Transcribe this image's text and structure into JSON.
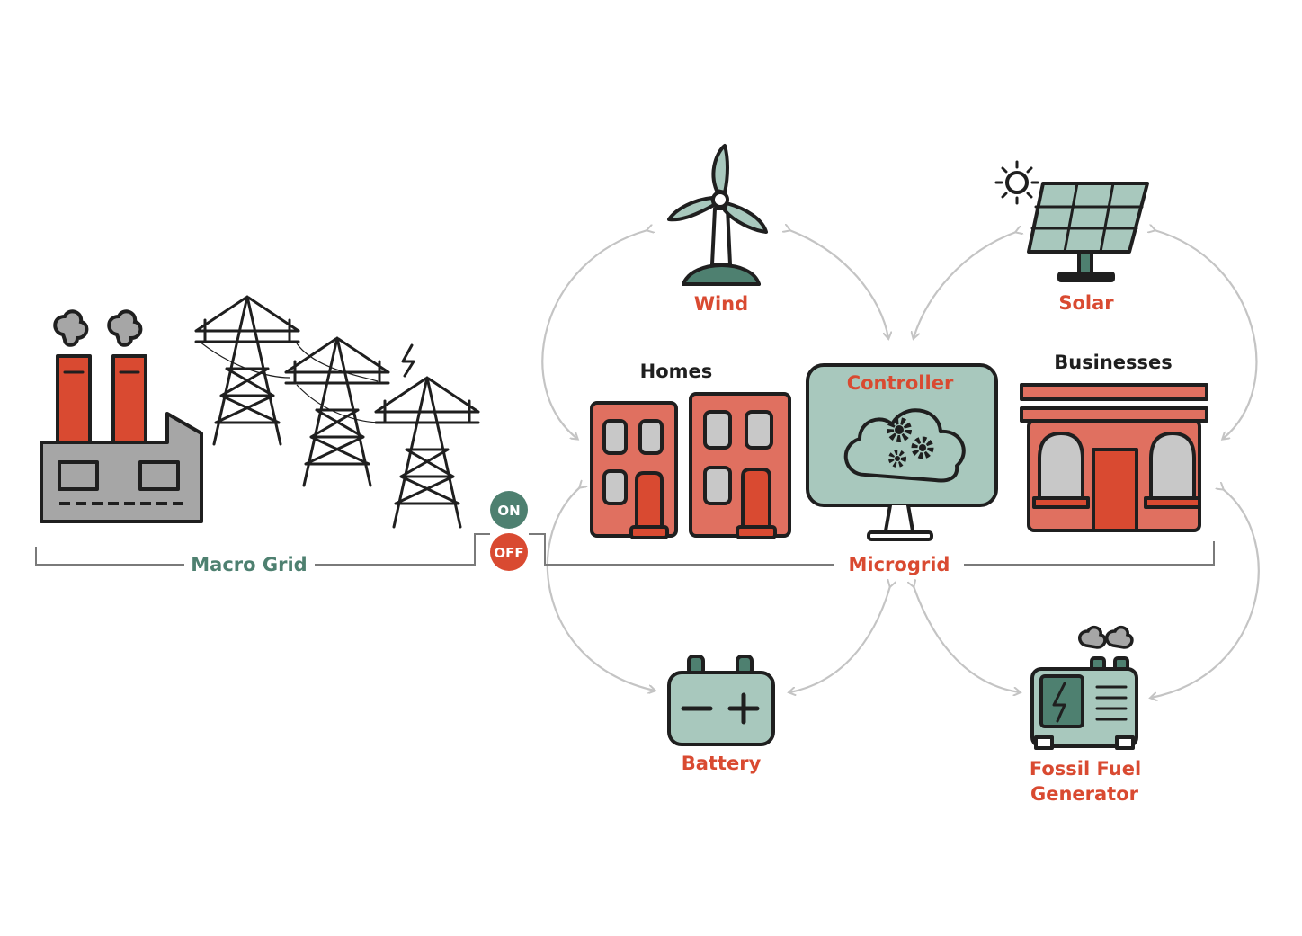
{
  "labels": {
    "macro_grid": "Macro Grid",
    "microgrid": "Microgrid",
    "wind": "Wind",
    "solar": "Solar",
    "homes": "Homes",
    "controller": "Controller",
    "businesses": "Businesses",
    "battery": "Battery",
    "fossil_line1": "Fossil Fuel",
    "fossil_line2": "Generator"
  },
  "switch": {
    "on": "ON",
    "off": "OFF"
  },
  "colors": {
    "accent_red": "#d94a31",
    "accent_green": "#4e8070",
    "panel_teal": "#a8c8bd",
    "building_salmon": "#e07060",
    "outline": "#1f1f1f",
    "connector_gray": "#c4c4c4"
  },
  "icons": [
    "factory-icon",
    "power-tower-icon",
    "lightning-icon",
    "wind-turbine-icon",
    "sun-icon",
    "solar-panel-icon",
    "home-building-icon",
    "controller-monitor-icon",
    "cloud-gears-icon",
    "business-building-icon",
    "battery-icon",
    "generator-icon"
  ]
}
